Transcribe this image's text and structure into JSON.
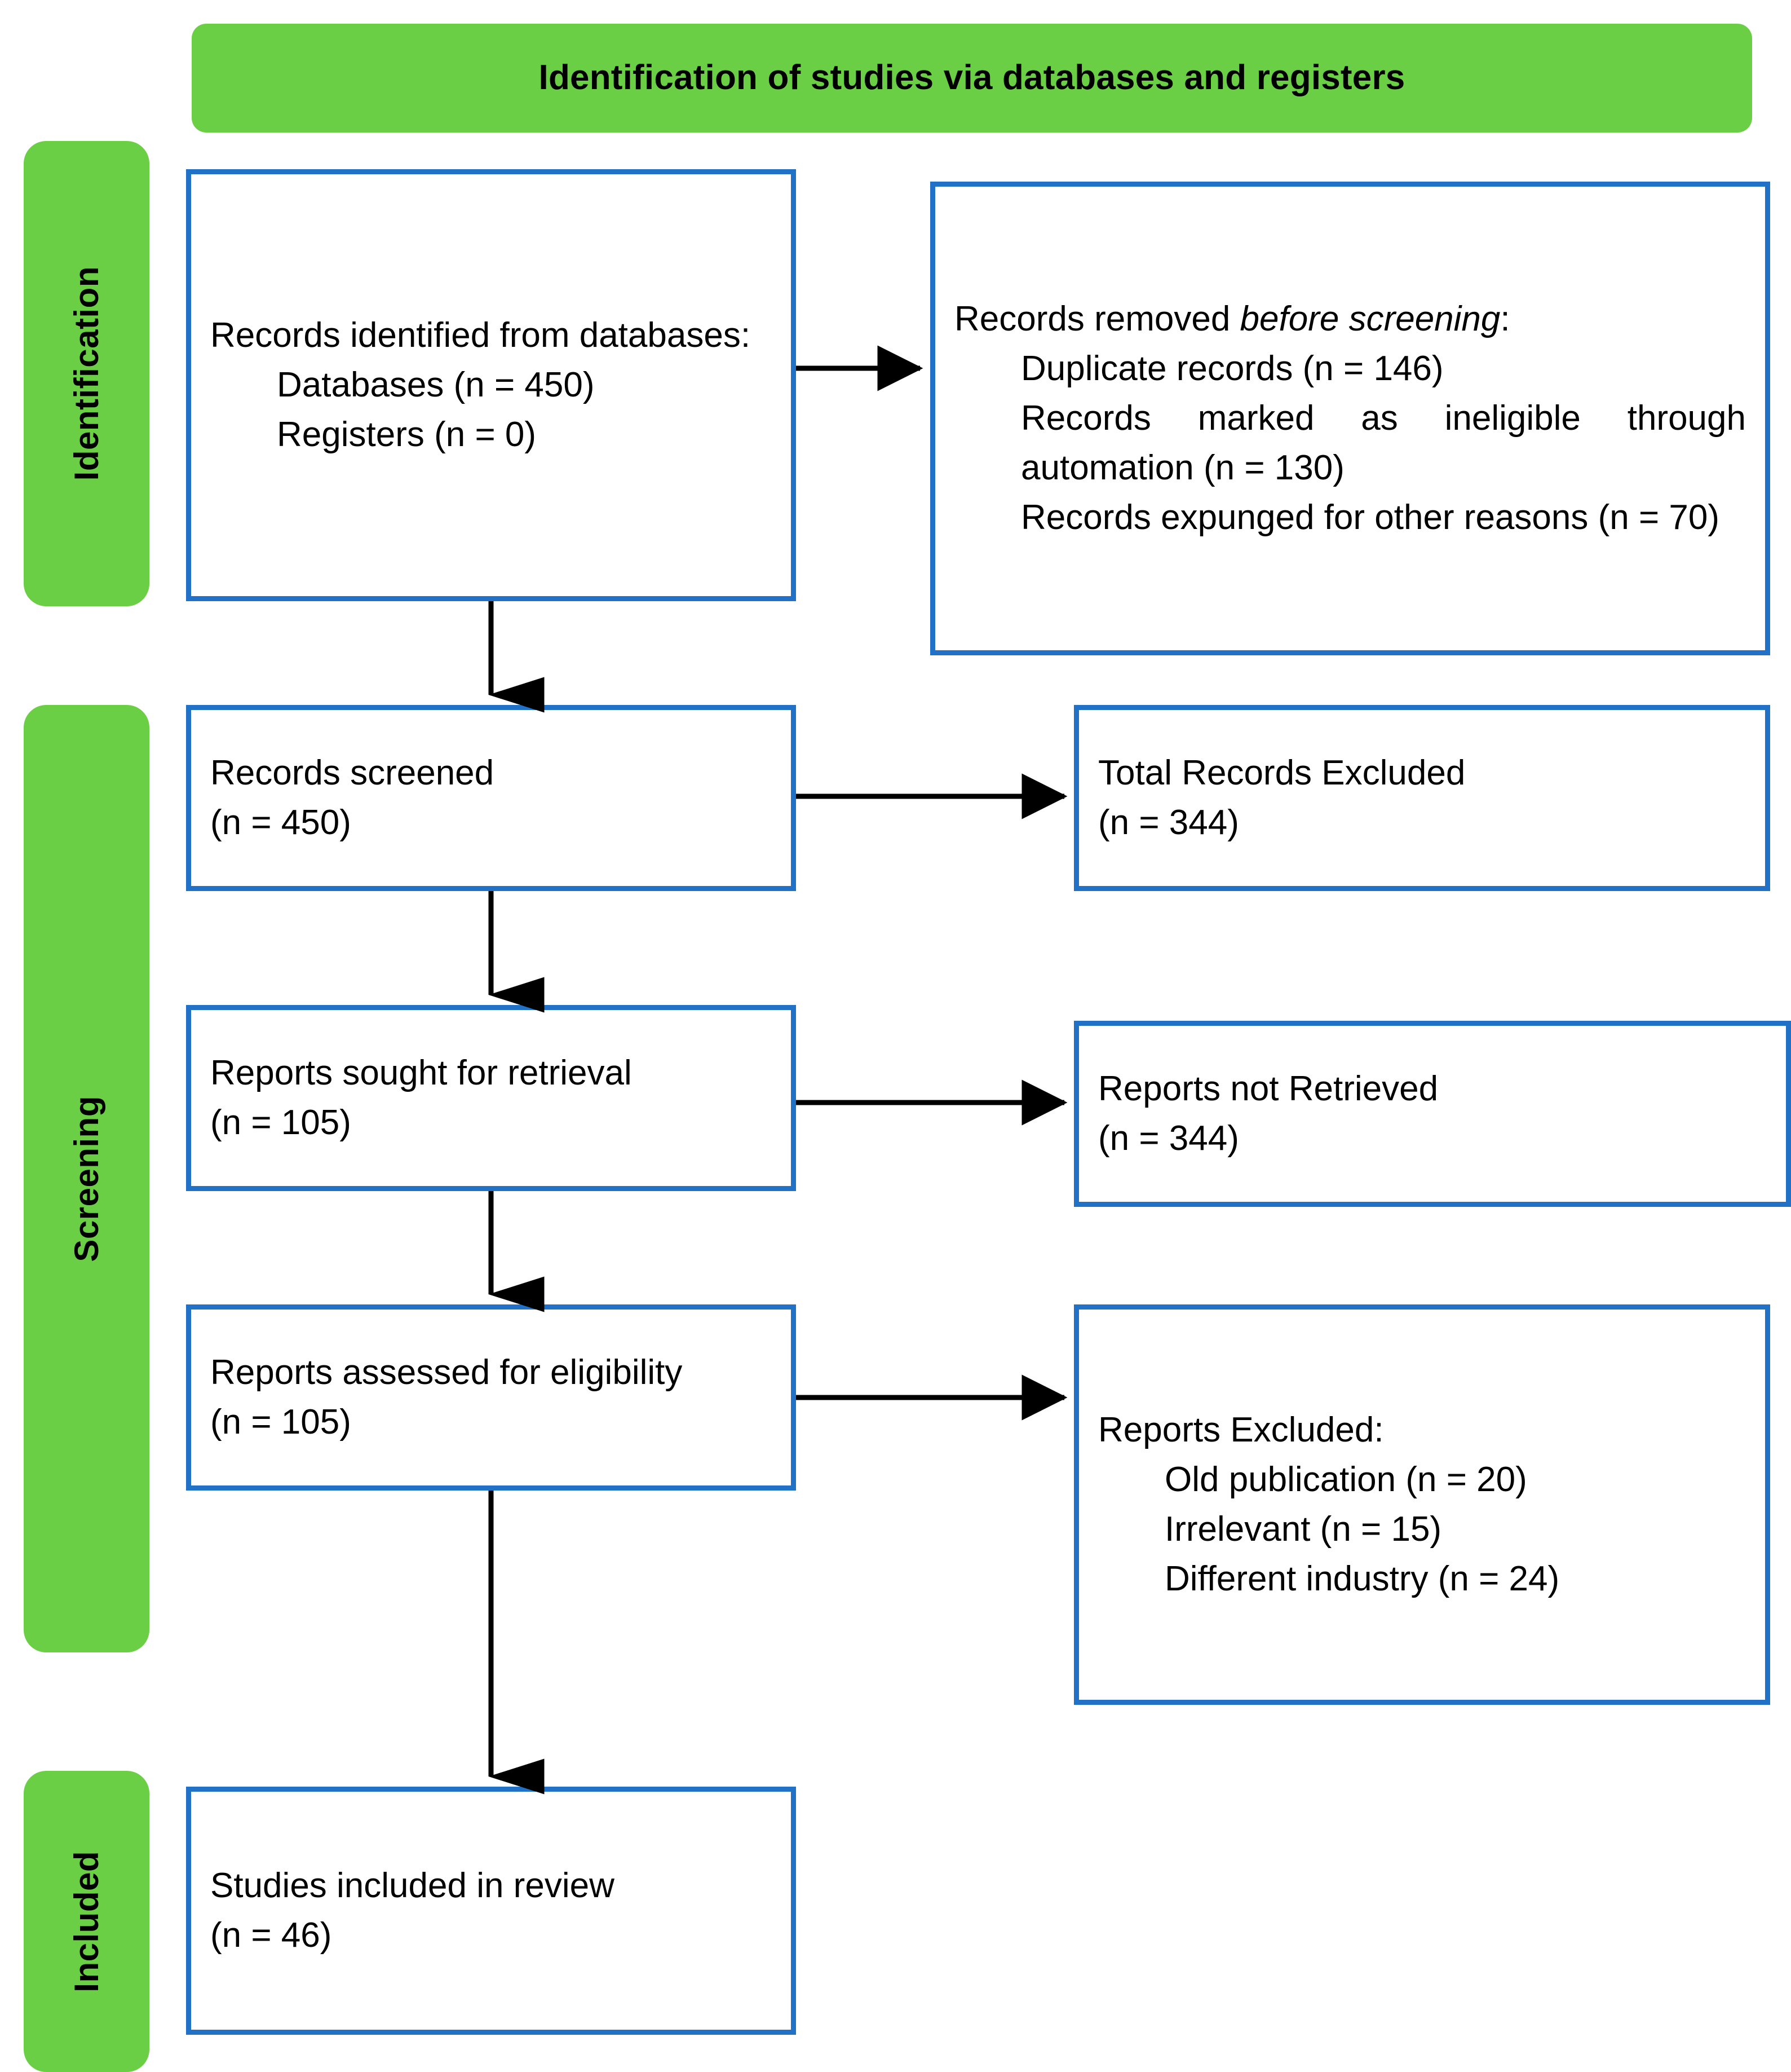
{
  "header": {
    "title": "Identification of studies via databases and registers"
  },
  "stages": [
    {
      "id": "identification",
      "label": "Identification"
    },
    {
      "id": "screening",
      "label": "Screening"
    },
    {
      "id": "included",
      "label": "Included"
    }
  ],
  "colors": {
    "stage_green": "#6BCF46",
    "box_border_blue": "#2171C7",
    "arrow_black": "#000000",
    "text": "#000000"
  },
  "boxes": {
    "identified": {
      "line1": "Records identified from databases:",
      "items": [
        "Databases (n = 450)",
        "Registers (n = 0)"
      ]
    },
    "removed": {
      "lead_plain": "Records removed ",
      "lead_italic": "before screening",
      "lead_colon": ":",
      "items": [
        "Duplicate records (n = 146)",
        "Records marked as ineligible through automation (n = 130)",
        "Records expunged for other reasons (n = 70)"
      ]
    },
    "screened": {
      "line1": "Records screened",
      "line2": "(n = 450)"
    },
    "total_excluded": {
      "line1": "Total Records Excluded",
      "line2": "(n = 344)"
    },
    "sought": {
      "line1": "Reports sought for retrieval",
      "line2": "(n = 105)"
    },
    "not_retrieved": {
      "line1": "Reports not Retrieved",
      "line2": "(n = 344)"
    },
    "assessed": {
      "line1": "Reports assessed for eligibility",
      "line2": "(n = 105)"
    },
    "reports_excluded": {
      "line1": "Reports Excluded:",
      "items": [
        "Old publication (n = 20)",
        "Irrelevant (n = 15)",
        "Different industry (n = 24)"
      ]
    },
    "included": {
      "line1": "Studies included in review",
      "line2": "(n = 46)"
    }
  }
}
